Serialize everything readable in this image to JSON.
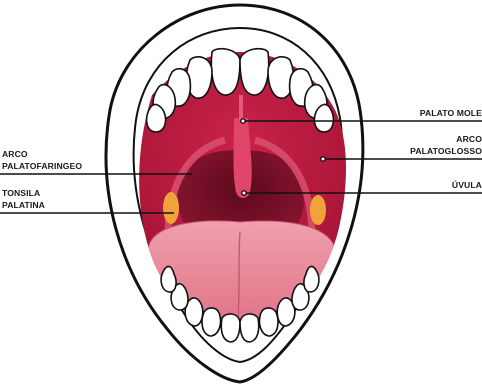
{
  "labels": {
    "palato_mole": "PALATO MOLE",
    "arco_palatoglosso_1": "ARCO",
    "arco_palatoglosso_2": "PALATOGLOSSO",
    "uvula": "ÚVULA",
    "arco_palatofaringeo_1": "ARCO",
    "arco_palatofaringeo_2": "PALATOFARINGEO",
    "tonsila_1": "TONSILA",
    "tonsila_2": "PALATINA"
  },
  "colors": {
    "palate": "#b0183a",
    "throat": "#7a0d24",
    "tongue": "#e88a99",
    "tonsil": "#f2a23a",
    "outline": "#111111"
  }
}
